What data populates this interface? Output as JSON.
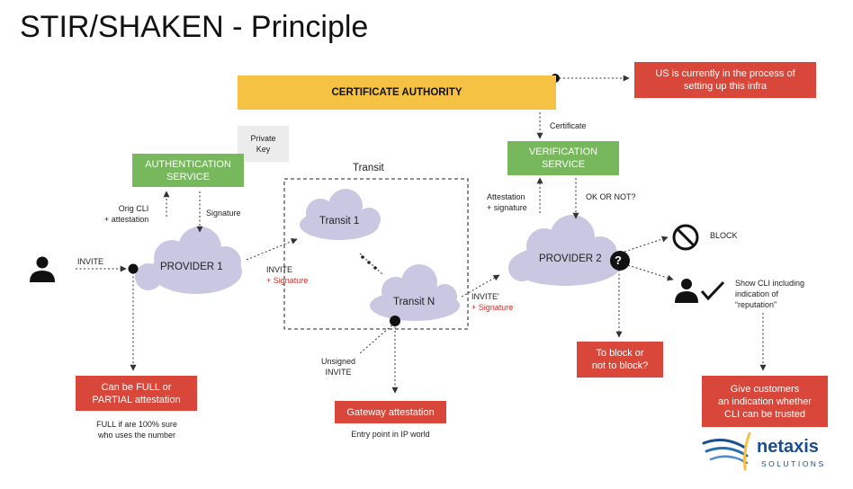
{
  "title": "STIR/SHAKEN - Principle",
  "certificate_authority": "CERTIFICATE AUTHORITY",
  "us_note": [
    "US is currently in the process of",
    "setting up this infra"
  ],
  "certificate_label": "Certificate",
  "private_key": [
    "Private",
    "Key"
  ],
  "authentication_service": [
    "AUTHENTICATION",
    "SERVICE"
  ],
  "verification_service": [
    "VERIFICATION",
    "SERVICE"
  ],
  "transit_label": "Transit",
  "orig_cli": [
    "Orig CLI",
    "+ attestation"
  ],
  "signature_label": "Signature",
  "attestation_signature": [
    "Attestation",
    "+ signature"
  ],
  "ok_or_not": "OK OR NOT?",
  "invite_label": "INVITE",
  "provider1": "PROVIDER 1",
  "provider2": "PROVIDER 2",
  "transit1": "Transit 1",
  "transitN": "Transit N",
  "invite_signature": [
    "INVITE",
    "+ Signature"
  ],
  "invite_prime_signature": [
    "INVITE'",
    "+ Signature"
  ],
  "unsigned_invite": [
    "Unsigned",
    "INVITE"
  ],
  "block_label": "BLOCK",
  "show_cli": [
    "Show CLI including",
    "indication of",
    "“reputation”"
  ],
  "full_partial": [
    "Can be FULL or",
    "PARTIAL attestation"
  ],
  "full_note": [
    "FULL if are 100% sure",
    "who uses the number"
  ],
  "gateway_attestation": "Gateway attestation",
  "entry_point": "Entry point in IP world",
  "to_block": [
    "To block or",
    "not to block?"
  ],
  "give_customers": [
    "Give customers",
    "an indication whether",
    "CLI can be trusted"
  ],
  "question_mark": "?",
  "logo": {
    "name": "netaxis",
    "sub": "SOLUTIONS"
  },
  "colors": {
    "certificate_authority": "#f6c244",
    "green_box": "#77b85c",
    "red_box": "#d9473b",
    "cloud": "#c9c7e2",
    "private_key_bg": "#ececec",
    "signature_red": "#d0302a",
    "logo_blue": "#1b4d8f"
  },
  "icons": [
    "user-icon",
    "block-icon",
    "user-check-icon",
    "question-icon"
  ]
}
